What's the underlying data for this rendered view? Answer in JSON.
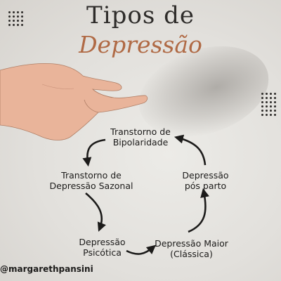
{
  "title": {
    "line1": "Tipos de",
    "line2": "Depressão"
  },
  "cycle_nodes": [
    {
      "line1": "Transtorno de",
      "line2": "Bipolaridade"
    },
    {
      "line1": "Depressão",
      "line2": "pós parto"
    },
    {
      "line1": "Depressão Maior",
      "line2": "(Clássica)"
    },
    {
      "line1": "Depressão",
      "line2": "Psicótica"
    },
    {
      "line1": "Transtorno de",
      "line2": "Depressão Sazonal"
    }
  ],
  "handle": "@margarethpansini",
  "colors": {
    "title_dark": "#2e2c2a",
    "title_accent": "#b06a45",
    "arrow": "#1c1b1a"
  }
}
